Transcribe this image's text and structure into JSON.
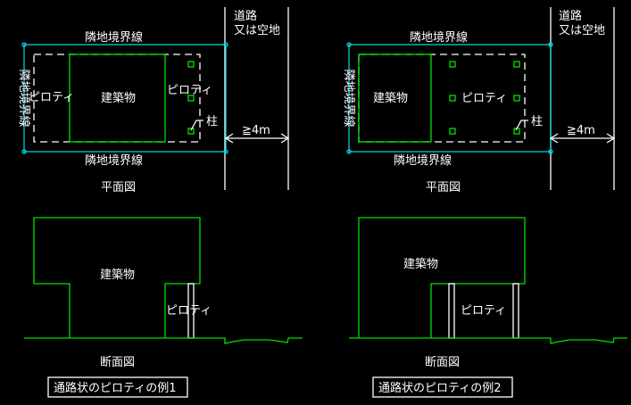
{
  "colors": {
    "background": "#000000",
    "boundary": "#00e0e8",
    "building": "#00e000",
    "annotation": "#ffffff"
  },
  "labels": {
    "boundary_line": "隣地境界線",
    "road_line1": "道路",
    "road_line2": "又は空地",
    "building": "建築物",
    "piloti": "ピロティ",
    "column": "柱",
    "distance": "≧4m",
    "plan_view": "平面図",
    "section_view": "断面図"
  },
  "examples": [
    {
      "caption": "通路状のピロティの例1"
    },
    {
      "caption": "通路状のピロティの例2"
    }
  ]
}
